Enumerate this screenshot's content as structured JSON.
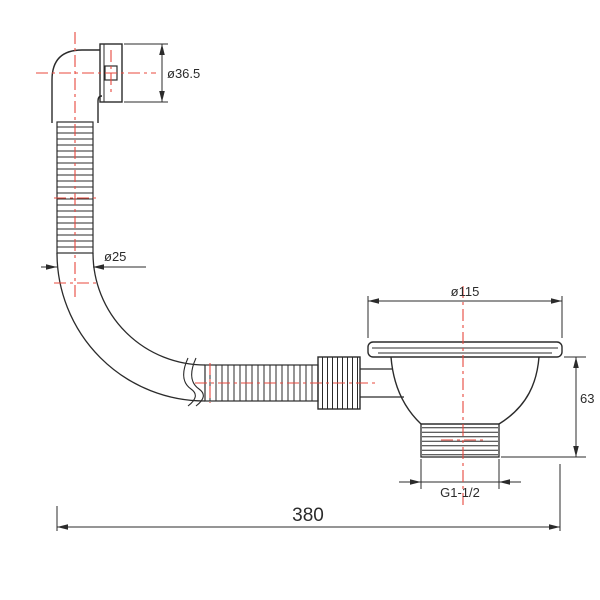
{
  "drawing": {
    "colors": {
      "line": "#2b2b2b",
      "centerline": "#e8483e",
      "background": "#ffffff"
    },
    "labels": {
      "cap_diameter": "ø36.5",
      "hose_diameter": "ø25",
      "flange_diameter": "ø115",
      "body_height": "63",
      "thread_size": "G1-1/2",
      "overall_length": "380"
    }
  }
}
